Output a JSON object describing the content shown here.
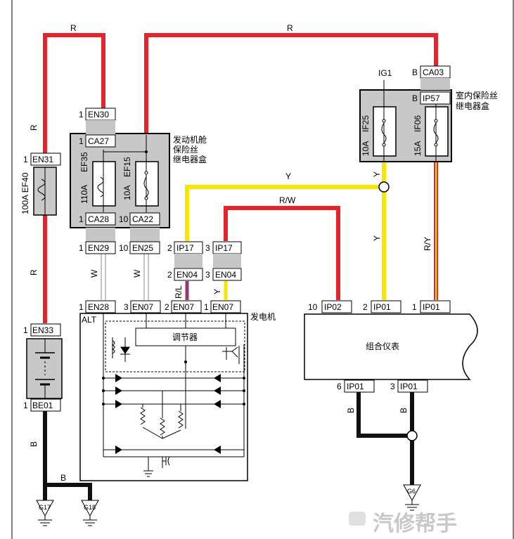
{
  "wires": {
    "r_top_left": "R",
    "r_top_right": "R",
    "r_vert_1": "R",
    "r_vert_2": "R",
    "y_top": "Y",
    "y_vert": "Y",
    "rw_top": "R/W",
    "ry_vert": "R/Y",
    "w_1": "W",
    "w_2": "W",
    "rl": "R/L",
    "y_small": "Y",
    "b_ground_1": "B",
    "b_ground_2": "B",
    "b_ip_1": "B",
    "b_ip_2": "B",
    "ig1": "IG1"
  },
  "connectors": {
    "en30": {
      "pin": "1",
      "name": "EN30"
    },
    "ca27": {
      "pin": "1",
      "name": "CA27"
    },
    "en31": {
      "pin": "1",
      "name": "EN31"
    },
    "ca28": {
      "pin": "1",
      "name": "CA28"
    },
    "ca22": {
      "pin": "10",
      "name": "CA22"
    },
    "en29": {
      "pin": "1",
      "name": "EN29"
    },
    "en25": {
      "pin": "10",
      "name": "EN25"
    },
    "ip17a": {
      "pin": "2",
      "name": "IP17"
    },
    "ip17b": {
      "pin": "3",
      "name": "IP17"
    },
    "en04a": {
      "pin": "2",
      "name": "EN04"
    },
    "en04b": {
      "pin": "3",
      "name": "EN04"
    },
    "en28": {
      "pin": "1",
      "name": "EN28"
    },
    "en07a": {
      "pin": "3",
      "name": "EN07"
    },
    "en07b": {
      "pin": "2",
      "name": "EN07"
    },
    "en07c": {
      "pin": "1",
      "name": "EN07"
    },
    "en33": {
      "pin": "1",
      "name": "EN33"
    },
    "be01": {
      "pin": "1",
      "name": "BE01"
    },
    "ca03": {
      "pin": "B",
      "name": "CA03"
    },
    "ip57": {
      "pin": "B",
      "name": "IP57"
    },
    "ip02": {
      "pin": "10",
      "name": "IP02"
    },
    "ip01a": {
      "pin": "2",
      "name": "IP01"
    },
    "ip01b": {
      "pin": "1",
      "name": "IP01"
    },
    "ip01c": {
      "pin": "6",
      "name": "IP01"
    },
    "ip01d": {
      "pin": "3",
      "name": "IP01"
    }
  },
  "fuses": {
    "ef40": "100A EF40",
    "ef35_rating": "110A",
    "ef35_name": "EF35",
    "ef15_rating": "10A",
    "ef15_name": "EF15",
    "if25_rating": "10A",
    "if25_name": "IF25",
    "if06_rating": "15A",
    "if06_name": "IF06"
  },
  "boxes": {
    "engine_box_1": "发动机舱",
    "engine_box_2": "保险丝",
    "engine_box_3": "继电器盒",
    "interior_box_1": "室内保险丝",
    "interior_box_2": "继电器盒",
    "alternator": "发电机",
    "alt_code": "ALT",
    "regulator": "调节器",
    "cluster": "组合仪表"
  },
  "grounds": {
    "g17": "G17",
    "g18": "G18",
    "g6": "G6"
  },
  "watermark": "汽修帮手",
  "colors": {
    "red_wire": "#e5252b",
    "yellow_wire": "#f7e600",
    "black_wire": "#111111",
    "white_wire": "#bbbbbb",
    "blue_stripe": "#2a55c8",
    "box_fill": "#c8c8c8",
    "connector_band": "#c6c6c6"
  }
}
